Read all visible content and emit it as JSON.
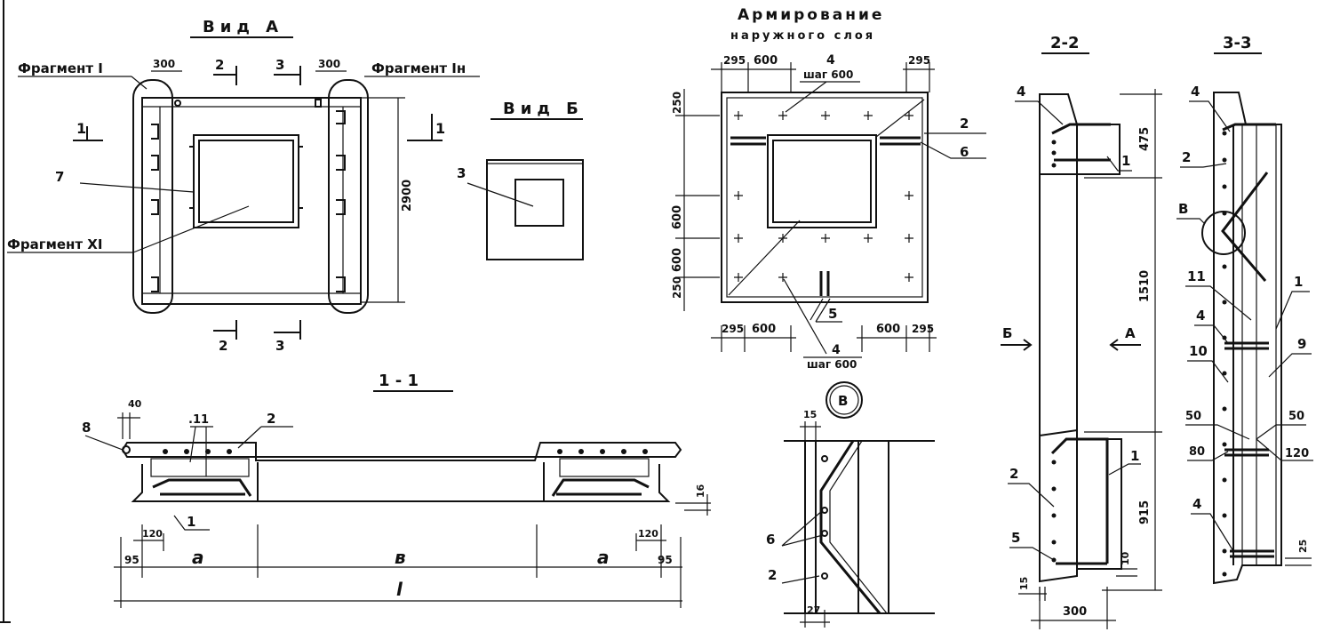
{
  "views": {
    "view_a": {
      "title": "Вид А",
      "fragment_1": "Фрагмент I",
      "fragment_1n": "Фрагмент Iн",
      "fragment_11": "Фрагмент XI",
      "dim_300_left": "300",
      "dim_300_right": "300",
      "cut_2_top": "2",
      "cut_3_top": "3",
      "cut_1_left": "1",
      "cut_1_right": "1",
      "cut_2_bottom": "2",
      "cut_3_bottom": "3",
      "dim_2900": "2900",
      "label_7": "7"
    },
    "view_b": {
      "title": "Вид Б",
      "label_3": "3"
    },
    "reinforcement": {
      "title_line1": "Армирование",
      "title_line2": "наружного слоя",
      "dim_295_tl": "295",
      "dim_600_tl": "600",
      "dim_295_tr": "295",
      "label_4_top": "4",
      "step_top": "шаг 600",
      "dim_250_top": "250",
      "dim_600_v1": "600",
      "dim_600_v2": "600",
      "dim_250_bottom": "250",
      "label_2": "2",
      "label_6": "6",
      "label_5": "5",
      "dim_295_bl": "295",
      "dim_600_bl": "600",
      "dim_600_br": "600",
      "dim_295_br": "295",
      "label_4_bottom": "4",
      "step_bottom": "шаг 600"
    },
    "section_11": {
      "title": "1 - 1",
      "dim_40": "40",
      "label_8": "8",
      "label_11": ".11",
      "label_2": "2",
      "label_1": "1",
      "dim_16": "16",
      "dim_120_left": "120",
      "dim_120_right": "120",
      "dim_95_left": "95",
      "dim_95_right": "95",
      "dim_a_left": "a",
      "dim_b": "в",
      "dim_a_right": "a",
      "dim_l": "l"
    },
    "detail_v": {
      "title": "В",
      "dim_15": "15",
      "label_6": "6",
      "label_2": "2",
      "dim_27": "27"
    },
    "section_22": {
      "title": "2-2",
      "label_4": "4",
      "dim_475": "475",
      "label_1_top": "1",
      "dim_1510": "1510",
      "arrow_b": "Б",
      "arrow_a": "А",
      "label_1_bottom": "1",
      "label_2": "2",
      "label_5": "5",
      "dim_915": "915",
      "dim_10": "10",
      "dim_15": "15",
      "dim_300": "300"
    },
    "section_33": {
      "title": "3-3",
      "label_4_top": "4",
      "label_2": "2",
      "label_v": "В",
      "label_11": "11",
      "label_1": "1",
      "label_4_mid": "4",
      "label_9": "9",
      "label_10": "10",
      "dim_50_left": "50",
      "dim_50_right": "50",
      "dim_80": "80",
      "dim_120": "120",
      "label_4_bottom": "4",
      "dim_25": "25"
    }
  }
}
